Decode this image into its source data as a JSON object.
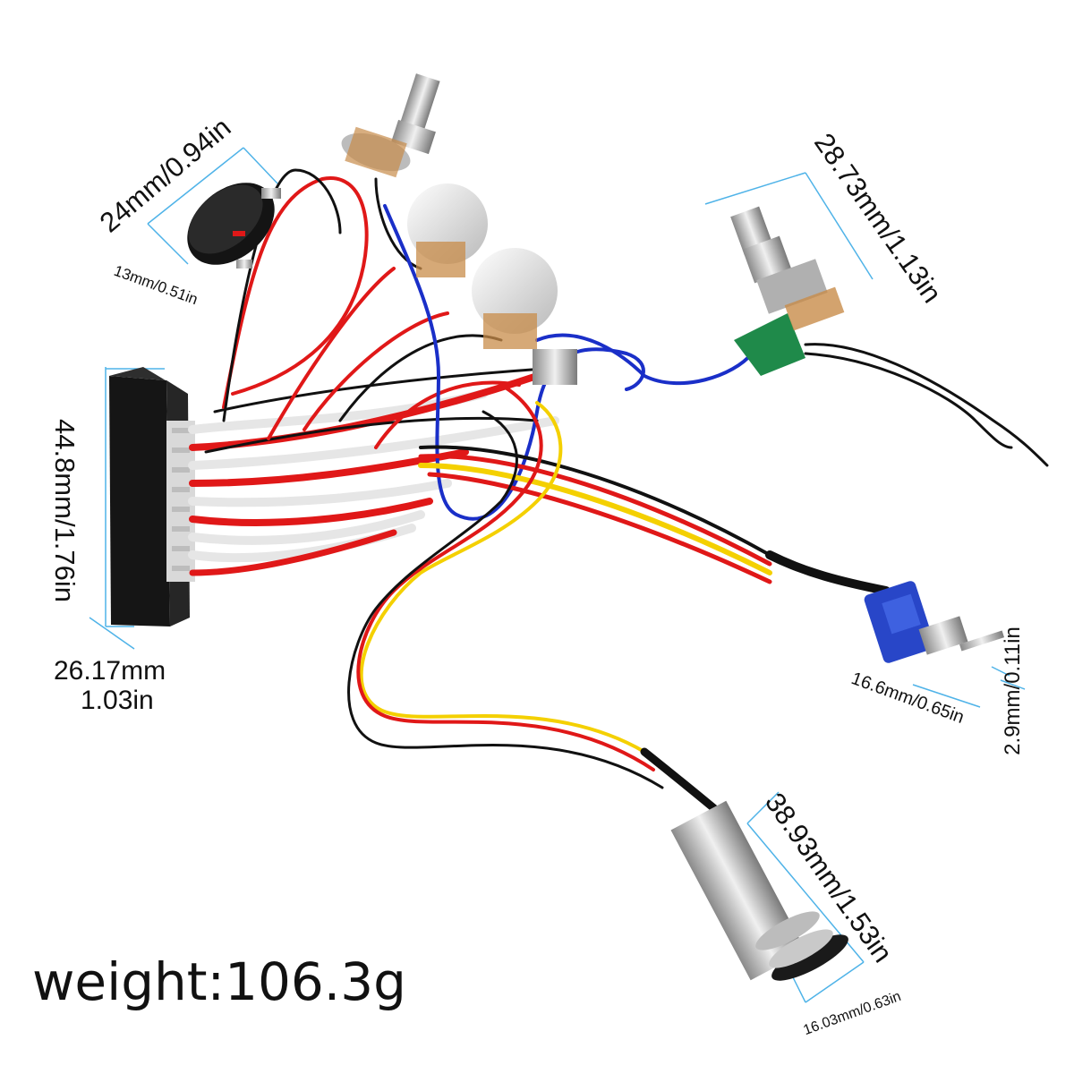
{
  "dimensions": {
    "battery_box_width": "24mm/0.94in",
    "battery_box_height": "13mm/0.51in",
    "pot_shaft_length": "28.73mm/1.13in",
    "preamp_height": "44.8mm/1.76in",
    "preamp_depth_mm": "26.17mm",
    "preamp_depth_in": "1.03in",
    "toggle_body": "16.6mm/0.65in",
    "toggle_lever": "2.9mm/0.11in",
    "jack_length": "38.93mm/1.53in",
    "jack_diameter": "16.03mm/0.63in"
  },
  "weight_label": "weight:106.3g",
  "colors": {
    "wire_red": "#e01818",
    "wire_black": "#111111",
    "wire_white": "#e6e6e6",
    "wire_yellow": "#f4d000",
    "wire_blue": "#1a2fc8",
    "dimension_line": "#4fb3e8",
    "pcb_green": "#1f8a4a",
    "switch_blue": "#2846c8"
  }
}
